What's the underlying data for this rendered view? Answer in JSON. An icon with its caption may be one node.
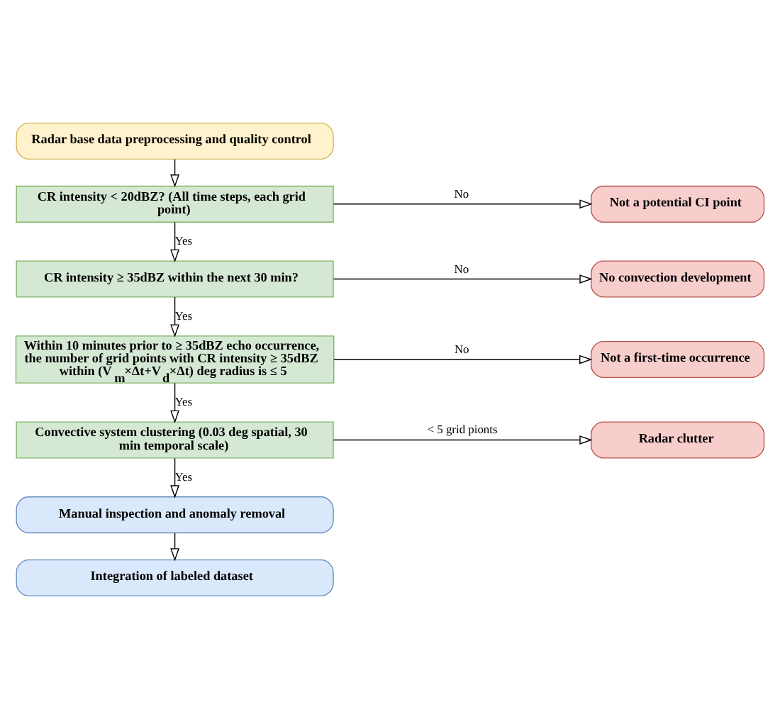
{
  "diagram": {
    "nodes": [
      {
        "text": [
          "Radar base data preprocessing and quality control"
        ]
      },
      {
        "text": [
          "CR intensity < 20dBZ? (All time steps, each grid point)"
        ]
      },
      {
        "text": [
          "Not a potential CI point"
        ]
      },
      {
        "text": [
          "CR intensity ≥ 35dBZ within the next 30 min?"
        ]
      },
      {
        "text": [
          "No convection development"
        ]
      },
      {
        "text": [
          "Within 10 minutes prior to ≥ 35dBZ echo occurrence, the number of grid points with CR intensity ≥ 35dBZ within (V$_{m}$×Δt+V$_{d}$×Δt) deg radius is ≤ 5"
        ]
      },
      {
        "text": [
          "Not a first-time occurrence"
        ]
      },
      {
        "text": [
          "Convective system clustering (0.03 deg spatial, 30 min temporal scale)"
        ]
      },
      {
        "text": [
          "Radar clutter"
        ]
      },
      {
        "text": [
          "Manual inspection and anomaly removal"
        ]
      },
      {
        "text": [
          "Integration of labeled dataset"
        ]
      }
    ],
    "edges": [
      {
        "from": 0,
        "to": 1,
        "arrow": "to"
      },
      {
        "from": 1,
        "to": 2,
        "arrow": "to",
        "label": "No"
      },
      {
        "from": 1,
        "to": 3,
        "arrow": "to",
        "label": "Yes"
      },
      {
        "from": 3,
        "to": 4,
        "arrow": "to",
        "label": "No"
      },
      {
        "from": 3,
        "to": 5,
        "arrow": "to",
        "label": "Yes"
      },
      {
        "from": 5,
        "to": 6,
        "arrow": "to",
        "label": "No"
      },
      {
        "from": 5,
        "to": 7,
        "arrow": "to",
        "label": "Yes"
      },
      {
        "from": 7,
        "to": 8,
        "arrow": "to",
        "label": "< 5 grid pionts"
      },
      {
        "from": 7,
        "to": 9,
        "arrow": "to",
        "label": "Yes"
      },
      {
        "from": 9,
        "to": 10,
        "arrow": "to"
      }
    ]
  }
}
